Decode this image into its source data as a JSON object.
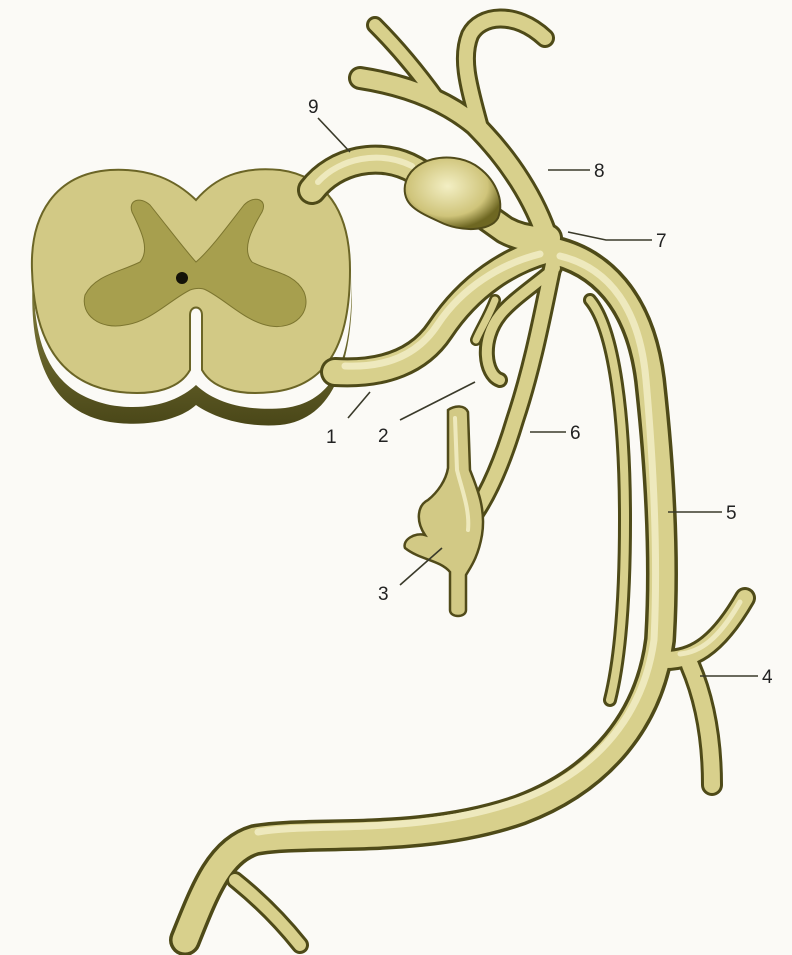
{
  "figure": {
    "labels": [
      {
        "id": "1",
        "text": "1"
      },
      {
        "id": "2",
        "text": "2"
      },
      {
        "id": "3",
        "text": "3"
      },
      {
        "id": "4",
        "text": "4"
      },
      {
        "id": "5",
        "text": "5"
      },
      {
        "id": "6",
        "text": "6"
      },
      {
        "id": "7",
        "text": "7"
      },
      {
        "id": "8",
        "text": "8"
      },
      {
        "id": "9",
        "text": "9"
      }
    ]
  }
}
